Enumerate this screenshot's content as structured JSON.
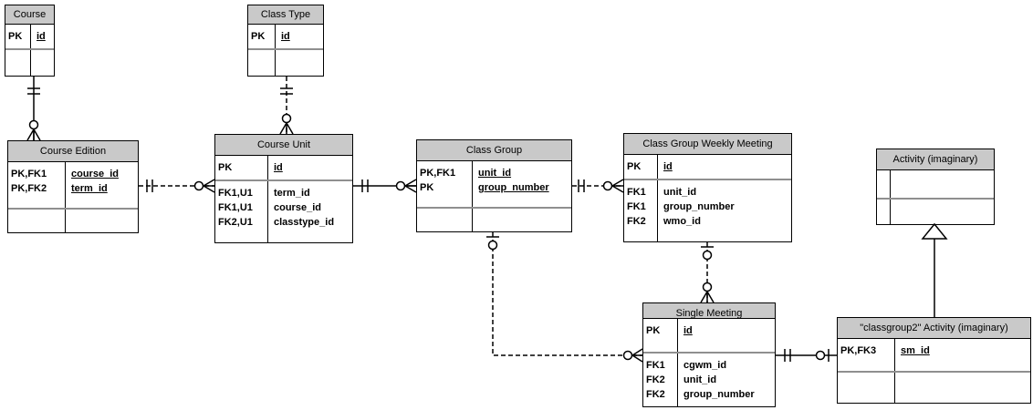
{
  "colors": {
    "header_fill": "#c9c9c9",
    "entity_border": "#000000",
    "section_separator": "#8f8f8f",
    "connector": "#000000",
    "background": "#ffffff"
  },
  "entities": [
    {
      "id": "course",
      "title": "Course",
      "sections": [
        {
          "rows": [
            {
              "key": "PK",
              "name": "id",
              "underline": true
            }
          ]
        },
        {
          "rows": []
        }
      ]
    },
    {
      "id": "class-type",
      "title": "Class Type",
      "sections": [
        {
          "rows": [
            {
              "key": "PK",
              "name": "id",
              "underline": true
            }
          ]
        },
        {
          "rows": []
        }
      ]
    },
    {
      "id": "course-edition",
      "title": "Course Edition",
      "sections": [
        {
          "rows": [
            {
              "key": "PK,FK1",
              "name": "course_id",
              "underline": true
            },
            {
              "key": "PK,FK2",
              "name": "term_id",
              "underline": true
            }
          ]
        },
        {
          "rows": []
        }
      ]
    },
    {
      "id": "course-unit",
      "title": "Course Unit",
      "sections": [
        {
          "rows": [
            {
              "key": "PK",
              "name": "id",
              "underline": true
            }
          ]
        },
        {
          "rows": [
            {
              "key": "FK1,U1",
              "name": "term_id"
            },
            {
              "key": "FK1,U1",
              "name": "course_id"
            },
            {
              "key": "FK2,U1",
              "name": "classtype_id"
            }
          ]
        }
      ]
    },
    {
      "id": "class-group",
      "title": "Class Group",
      "sections": [
        {
          "rows": [
            {
              "key": "PK,FK1",
              "name": "unit_id",
              "underline": true
            },
            {
              "key": "PK",
              "name": "group_number",
              "underline": true
            }
          ]
        },
        {
          "rows": []
        }
      ]
    },
    {
      "id": "cgwm",
      "title": "Class Group Weekly Meeting",
      "sections": [
        {
          "rows": [
            {
              "key": "PK",
              "name": "id",
              "underline": true
            }
          ]
        },
        {
          "rows": [
            {
              "key": "FK1",
              "name": "unit_id"
            },
            {
              "key": "FK1",
              "name": "group_number"
            },
            {
              "key": "FK2",
              "name": "wmo_id"
            }
          ]
        }
      ]
    },
    {
      "id": "activity",
      "title": "Activity (imaginary)",
      "sections": [
        {
          "rows": []
        },
        {
          "rows": []
        }
      ]
    },
    {
      "id": "single-meeting",
      "title": "Single Meeting",
      "sections": [
        {
          "rows": [
            {
              "key": "PK",
              "name": "id",
              "underline": true
            }
          ]
        },
        {
          "rows": [
            {
              "key": "FK1",
              "name": "cgwm_id"
            },
            {
              "key": "FK2",
              "name": "unit_id"
            },
            {
              "key": "FK2",
              "name": "group_number"
            }
          ]
        }
      ]
    },
    {
      "id": "classgroup2-activity",
      "title": "\"classgroup2\" Activity (imaginary)",
      "sections": [
        {
          "rows": [
            {
              "key": "PK,FK3",
              "name": "sm_id",
              "underline": true
            }
          ]
        },
        {
          "rows": []
        }
      ]
    }
  ],
  "relationships": [
    {
      "from": "Course",
      "to": "Course Edition",
      "from_end": "exactly-one",
      "to_end": "zero-or-many",
      "line": "solid"
    },
    {
      "from": "Class Type",
      "to": "Course Unit",
      "from_end": "exactly-one",
      "to_end": "zero-or-many",
      "line": "dashed"
    },
    {
      "from": "Course Edition",
      "to": "Course Unit",
      "from_end": "exactly-one",
      "to_end": "zero-or-many",
      "line": "dashed"
    },
    {
      "from": "Course Unit",
      "to": "Class Group",
      "from_end": "exactly-one",
      "to_end": "zero-or-many",
      "line": "solid"
    },
    {
      "from": "Class Group",
      "to": "Class Group Weekly Meeting",
      "from_end": "exactly-one",
      "to_end": "zero-or-many",
      "line": "dashed"
    },
    {
      "from": "Class Group",
      "to": "Single Meeting",
      "from_end": "zero-or-one",
      "to_end": "zero-or-many",
      "line": "dashed"
    },
    {
      "from": "Class Group Weekly Meeting",
      "to": "Single Meeting",
      "from_end": "zero-or-one",
      "to_end": "zero-or-many",
      "line": "dashed"
    },
    {
      "from": "Single Meeting",
      "to": "\"classgroup2\" Activity (imaginary)",
      "from_end": "exactly-one",
      "to_end": "zero-or-one",
      "line": "solid"
    },
    {
      "from": "\"classgroup2\" Activity (imaginary)",
      "to": "Activity (imaginary)",
      "type": "inheritance",
      "line": "solid"
    }
  ]
}
